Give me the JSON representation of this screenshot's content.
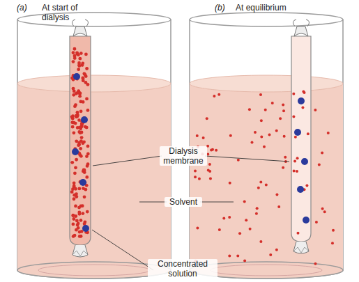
{
  "diagram": {
    "labels": [
      "(a)",
      "At start of dialysis",
      "(b)",
      "At equilibrium",
      "Dialysis membrane",
      "Solvent",
      "Concentrated solution"
    ]
  }
}
